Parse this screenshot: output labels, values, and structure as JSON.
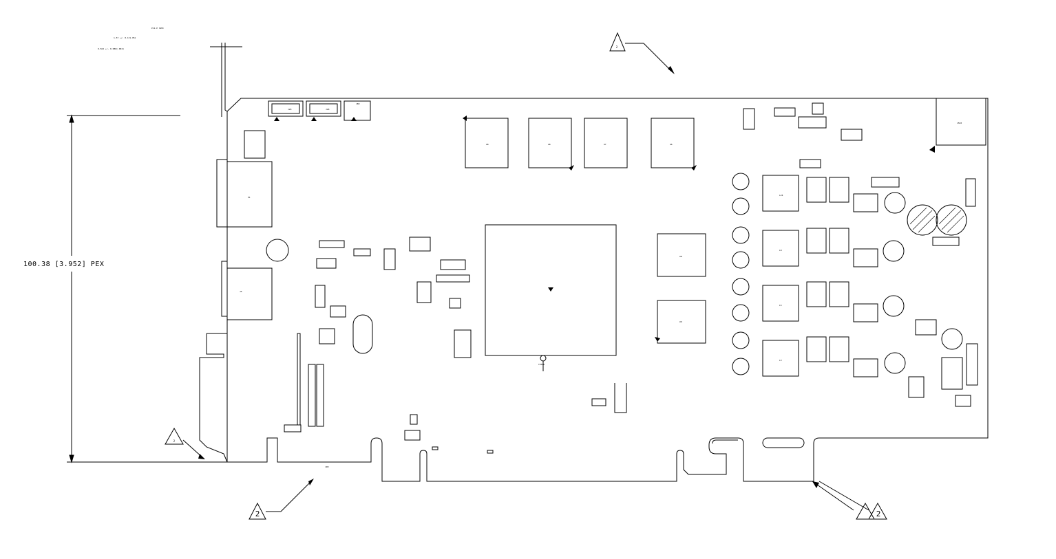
{
  "drawing": {
    "dimension_label": "100.38 [3.952] PEX",
    "bracket_notes": [
      "PCI-E SPEC",
      "1.57 +/- 0.13[.05]",
      "0.562 +/- 0.080[.002]"
    ],
    "reference_markers": [
      "2",
      "2",
      "2",
      "2"
    ]
  },
  "components": {
    "connectors": [
      "J28",
      "J28",
      "J80",
      "J503",
      "P1",
      "J5",
      "J90"
    ],
    "memory_chips": [
      "U8",
      "U8",
      "U7",
      "U6",
      "U8",
      "U9"
    ],
    "gpu_marker": "TP510",
    "inductor_labels": [
      "L24",
      "L8",
      "L5",
      "L3"
    ]
  },
  "colors": {
    "line": "#000000",
    "background": "#ffffff"
  }
}
